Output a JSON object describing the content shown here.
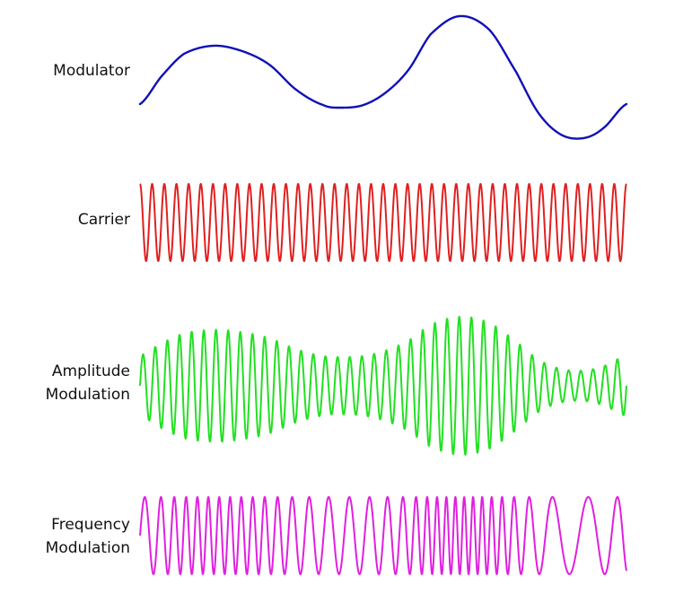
{
  "labels": {
    "modulator": "Modulator",
    "carrier": "Carrier",
    "amplitude_line1": "Amplitude",
    "amplitude_line2": "Modulation",
    "frequency_line1": "Frequency",
    "frequency_line2": "Modulation"
  },
  "colors": {
    "modulator": "#1010b8",
    "carrier": "#e02020",
    "amplitude_modulation": "#22e022",
    "frequency_modulation": "#e020e0",
    "text": "#111111"
  },
  "signals": {
    "carrier_cycles": 40,
    "am_cycles": 40,
    "fm_cycles": 34
  }
}
